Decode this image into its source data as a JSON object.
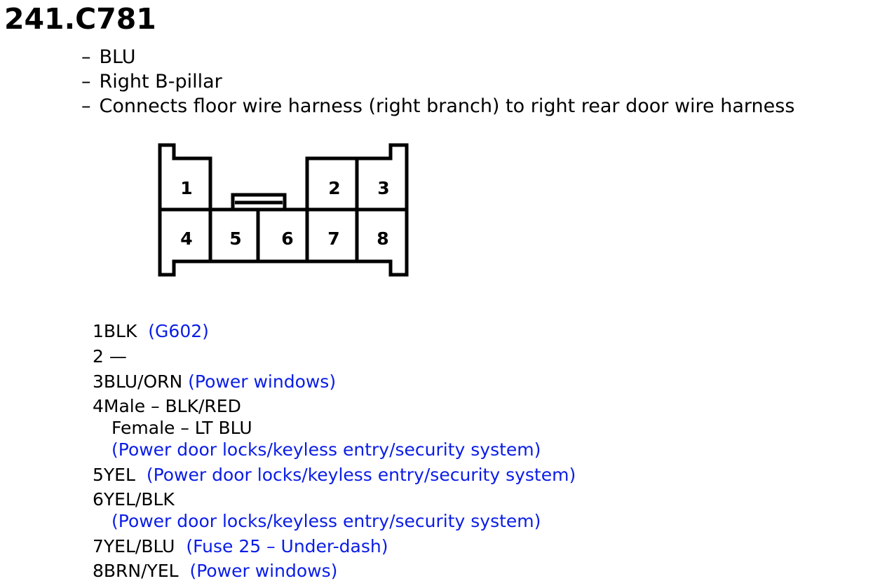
{
  "connector": {
    "id": "241.C781",
    "details": [
      "BLU",
      "Right B-pillar",
      "Connects floor wire harness (right branch) to right rear door wire harness"
    ],
    "cavities": [
      "1",
      "2",
      "3",
      "4",
      "5",
      "6",
      "7",
      "8"
    ]
  },
  "pins": {
    "p1": {
      "num": "1",
      "wire": "BLK",
      "circuit": "(G602)"
    },
    "p2": {
      "num": "2",
      "wire": "—"
    },
    "p3": {
      "num": "3",
      "wire": "BLU/ORN",
      "circuit": "(Power windows)"
    },
    "p4": {
      "num": "4",
      "male": "Male – BLK/RED",
      "female": "Female – LT BLU",
      "circuit": "(Power door locks/keyless entry/security system)"
    },
    "p5": {
      "num": "5",
      "wire": "YEL",
      "circuit": "(Power door locks/keyless entry/security system)"
    },
    "p6": {
      "num": "6",
      "wire": "YEL/BLK",
      "circuit": "(Power door locks/keyless entry/security system)"
    },
    "p7": {
      "num": "7",
      "wire": "YEL/BLU",
      "circuit": "(Fuse 25 – Under-dash)"
    },
    "p8": {
      "num": "8",
      "wire": "BRN/YEL",
      "circuit": "(Power windows)"
    }
  }
}
